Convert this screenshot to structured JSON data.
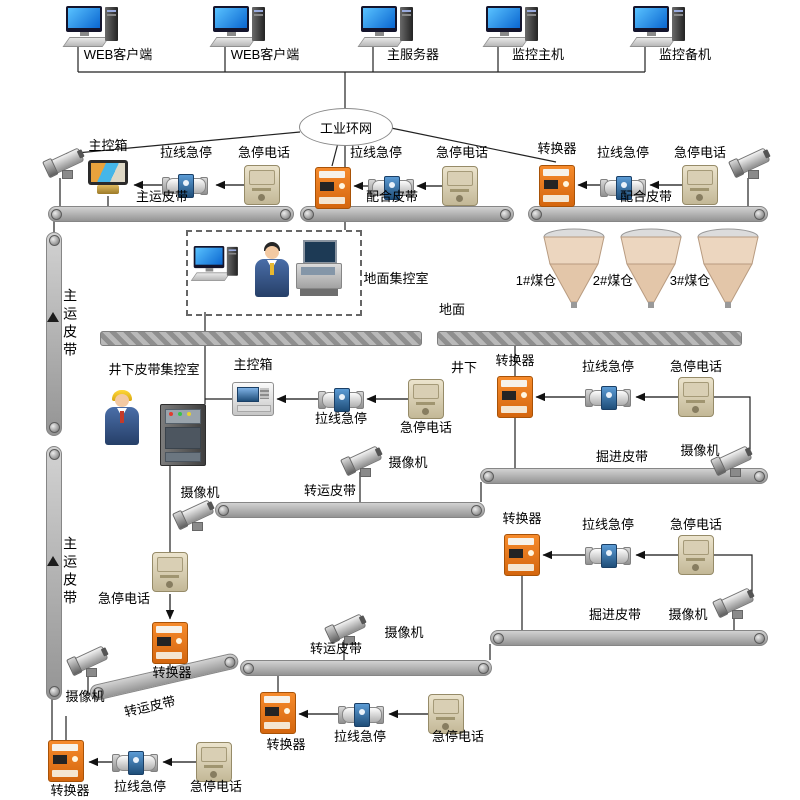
{
  "top": {
    "computers": [
      "WEB客户端",
      "WEB客户端",
      "主服务器",
      "监控主机",
      "监控备机"
    ],
    "network": "工业环网"
  },
  "devices": {
    "main_box": "主控箱",
    "pull_stop": "拉线急停",
    "stop_phone": "急停电话",
    "converter": "转换器",
    "camera": "摄像机"
  },
  "belts": {
    "main": "主运皮带",
    "match": "配合皮带",
    "transfer": "转运皮带",
    "heading": "掘进皮带"
  },
  "rooms": {
    "ground_control": "地面集控室",
    "underground_control": "井下皮带集控室"
  },
  "zones": {
    "surface": "地面",
    "underground": "井下"
  },
  "silos": [
    "1#煤仓",
    "2#煤仓",
    "3#煤仓"
  ]
}
